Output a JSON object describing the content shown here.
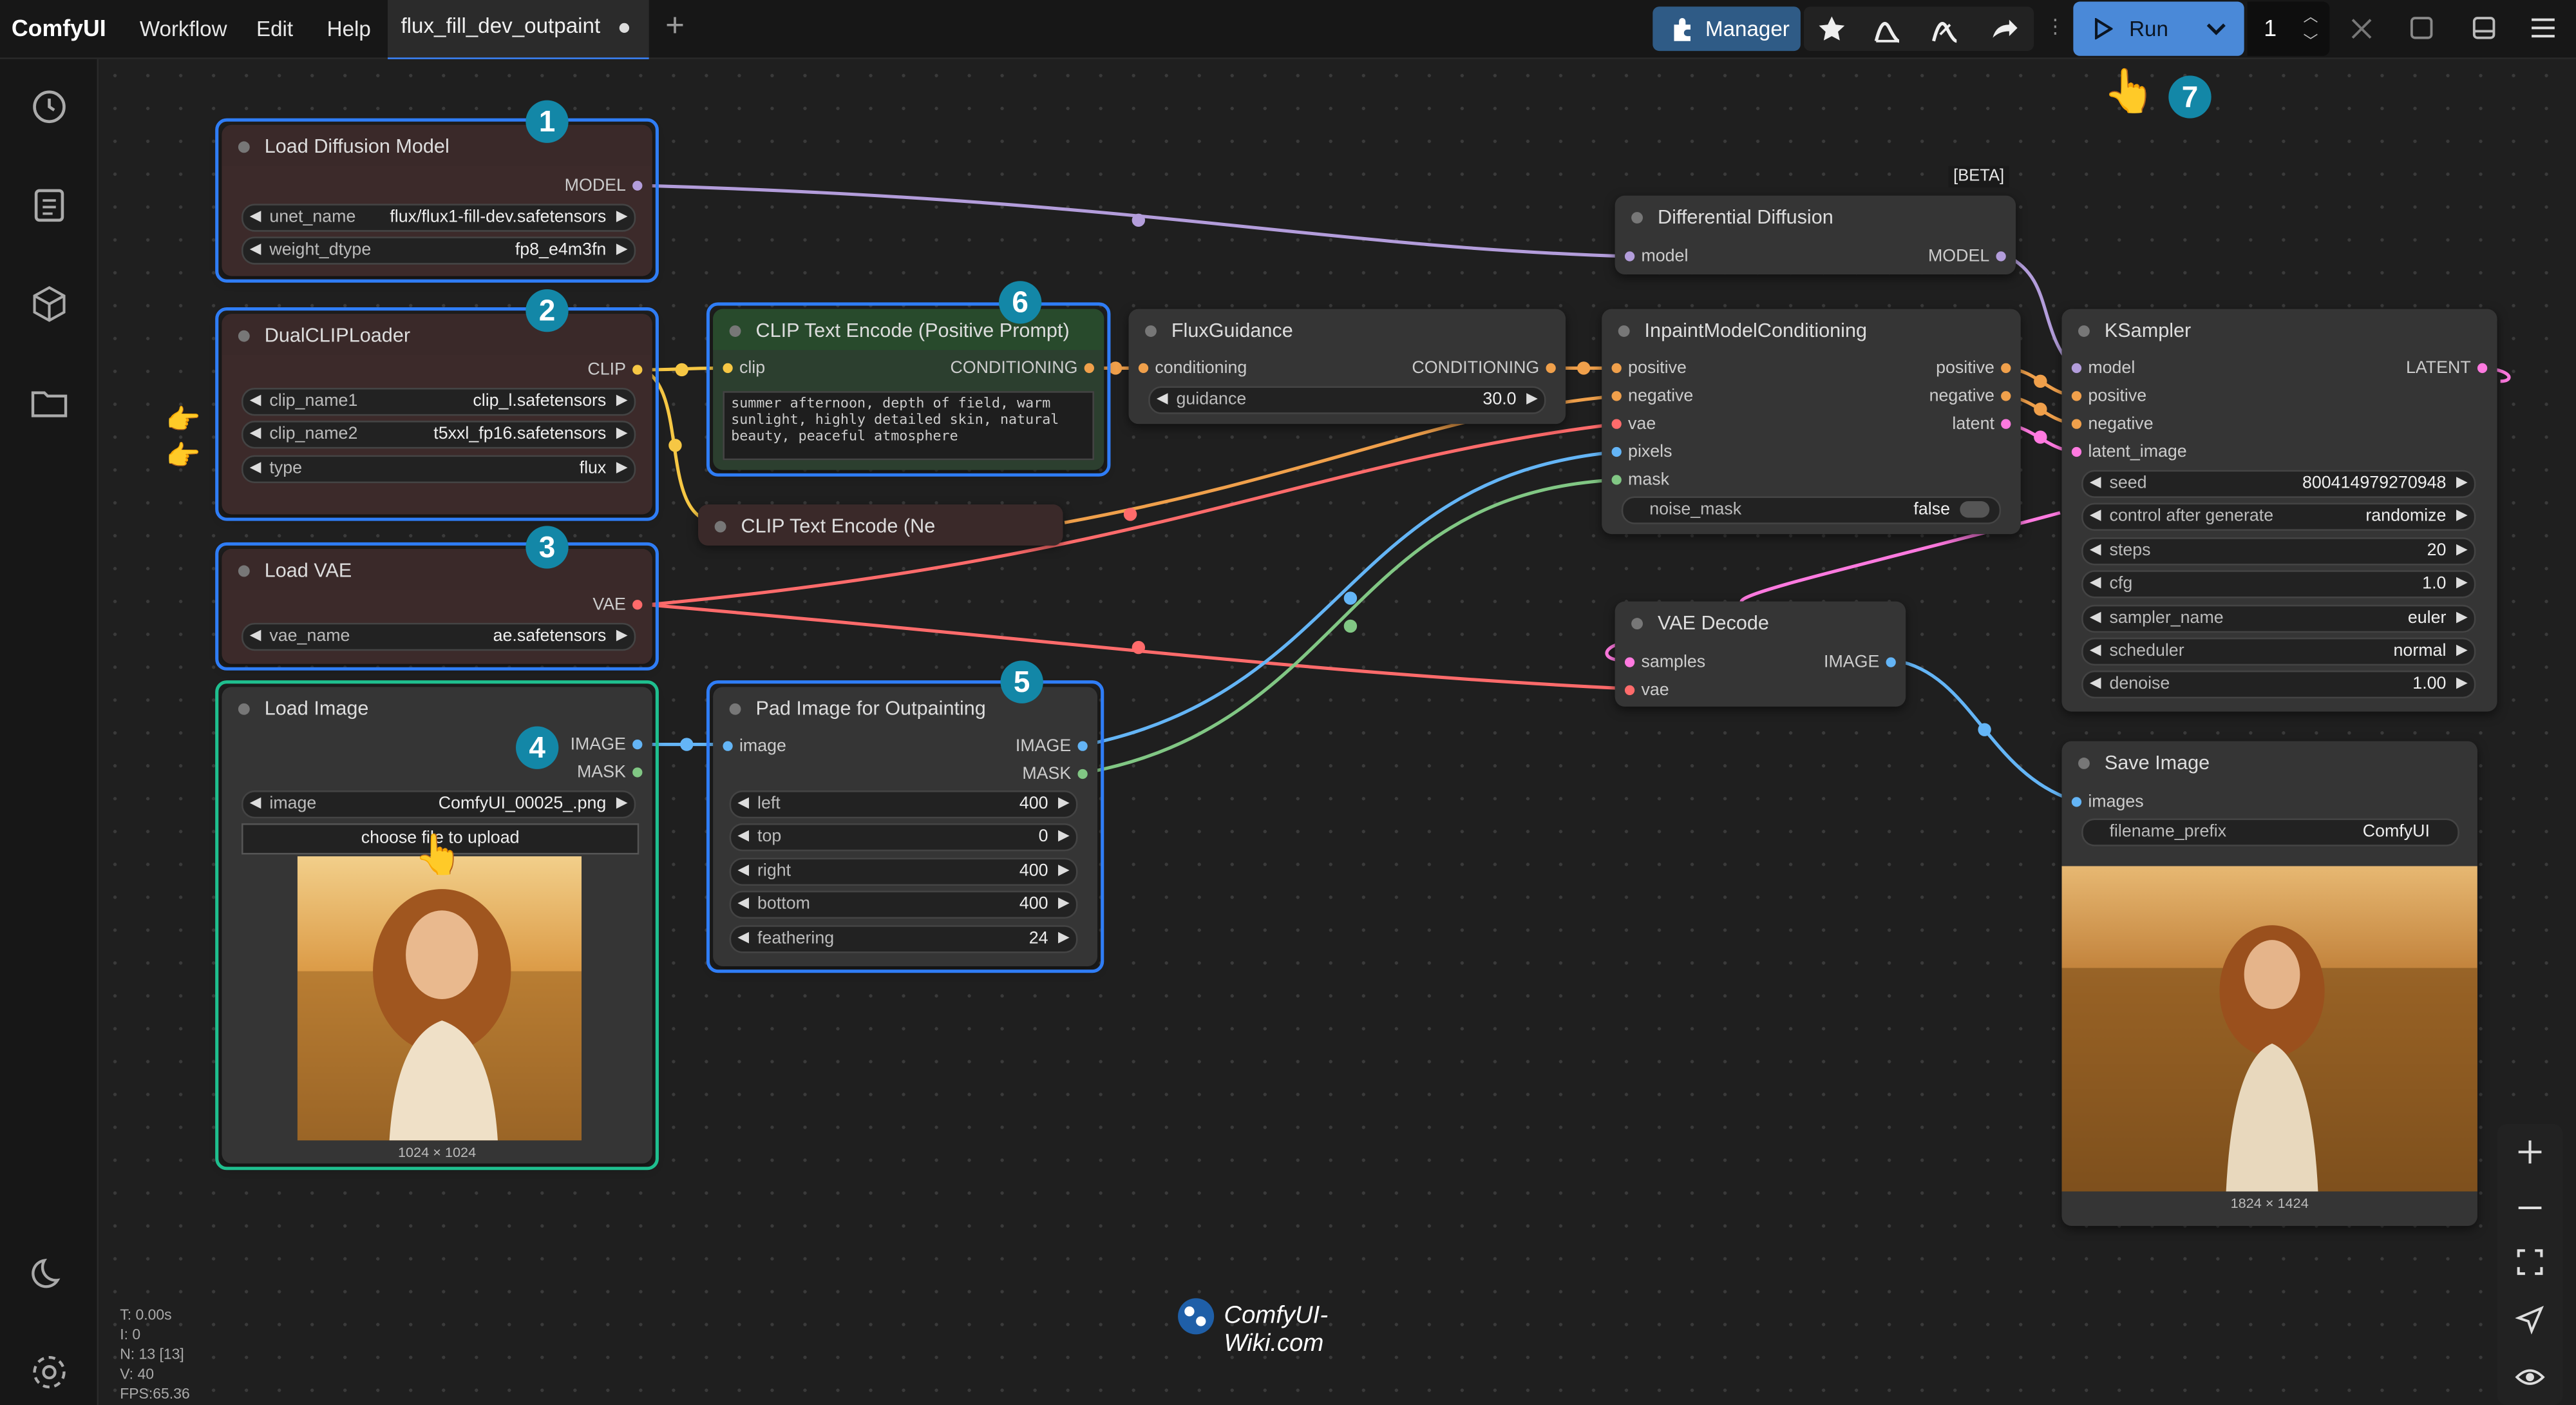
{
  "app": {
    "title": "ComfyUI"
  },
  "menu": [
    "Workflow",
    "Edit",
    "Help"
  ],
  "workflow_tab": {
    "name": "flux_fill_dev_outpaint"
  },
  "toolbar": {
    "manager_label": "Manager",
    "run_label": "Run",
    "queue_count": "1"
  },
  "badges": [
    "1",
    "2",
    "3",
    "4",
    "5",
    "6",
    "7"
  ],
  "beta_label": "[BETA]",
  "stats": [
    "T: 0.00s",
    "I: 0",
    "N: 13 [13]",
    "V: 40",
    "FPS:65.36"
  ],
  "watermark": "ComfyUI-Wiki.com",
  "nodes": {
    "load_diffusion": {
      "title": "Load Diffusion Model",
      "out": "MODEL",
      "w1": {
        "label": "unet_name",
        "value": "flux/flux1-fill-dev.safetensors"
      },
      "w2": {
        "label": "weight_dtype",
        "value": "fp8_e4m3fn"
      }
    },
    "dualclip": {
      "title": "DualCLIPLoader",
      "out": "CLIP",
      "w1": {
        "label": "clip_name1",
        "value": "clip_l.safetensors"
      },
      "w2": {
        "label": "clip_name2",
        "value": "t5xxl_fp16.safetensors"
      },
      "w3": {
        "label": "type",
        "value": "flux"
      }
    },
    "load_vae": {
      "title": "Load VAE",
      "out": "VAE",
      "w1": {
        "label": "vae_name",
        "value": "ae.safetensors"
      }
    },
    "load_image": {
      "title": "Load Image",
      "out1": "IMAGE",
      "out2": "MASK",
      "w1": {
        "label": "image",
        "value": "ComfyUI_00025_.png"
      },
      "upload": "choose file to upload",
      "size": "1024 × 1024"
    },
    "clip_pos": {
      "title": "CLIP Text Encode (Positive Prompt)",
      "in": "clip",
      "out": "CONDITIONING",
      "text": "summer afternoon, depth of field, warm\nsunlight, highly detailed skin, natural\nbeauty, peaceful atmosphere"
    },
    "clip_neg": {
      "title": "CLIP Text Encode (Ne"
    },
    "flux_guidance": {
      "title": "FluxGuidance",
      "in": "conditioning",
      "out": "CONDITIONING",
      "w1": {
        "label": "guidance",
        "value": "30.0"
      }
    },
    "pad_image": {
      "title": "Pad Image for Outpainting",
      "in": "image",
      "out1": "IMAGE",
      "out2": "MASK",
      "w1": {
        "label": "left",
        "value": "400"
      },
      "w2": {
        "label": "top",
        "value": "0"
      },
      "w3": {
        "label": "right",
        "value": "400"
      },
      "w4": {
        "label": "bottom",
        "value": "400"
      },
      "w5": {
        "label": "feathering",
        "value": "24"
      }
    },
    "diff_diffusion": {
      "title": "Differential Diffusion",
      "in": "model",
      "out": "MODEL"
    },
    "inpaint_cond": {
      "title": "InpaintModelConditioning",
      "in1": "positive",
      "in2": "negative",
      "in3": "vae",
      "in4": "pixels",
      "in5": "mask",
      "out1": "positive",
      "out2": "negative",
      "out3": "latent",
      "w1": {
        "label": "noise_mask",
        "value": "false"
      }
    },
    "ksampler": {
      "title": "KSampler",
      "in1": "model",
      "in2": "positive",
      "in3": "negative",
      "in4": "latent_image",
      "out": "LATENT",
      "w1": {
        "label": "seed",
        "value": "800414979270948"
      },
      "w2": {
        "label": "control after generate",
        "value": "randomize"
      },
      "w3": {
        "label": "steps",
        "value": "20"
      },
      "w4": {
        "label": "cfg",
        "value": "1.0"
      },
      "w5": {
        "label": "sampler_name",
        "value": "euler"
      },
      "w6": {
        "label": "scheduler",
        "value": "normal"
      },
      "w7": {
        "label": "denoise",
        "value": "1.00"
      }
    },
    "vae_decode": {
      "title": "VAE Decode",
      "in1": "samples",
      "in2": "vae",
      "out": "IMAGE"
    },
    "save_image": {
      "title": "Save Image",
      "in": "images",
      "w1": {
        "label": "filename_prefix",
        "value": "ComfyUI"
      },
      "size": "1824 × 1424"
    }
  },
  "colors": {
    "model": "#b39ddb",
    "clip": "#f6c744",
    "conditioning": "#f0a04b",
    "vae": "#ff6b6b",
    "image": "#64b5f6",
    "mask": "#81c784",
    "latent": "#ff7ae0",
    "highlight_blue": "#2f7df6",
    "highlight_green": "#1fbf8f"
  }
}
